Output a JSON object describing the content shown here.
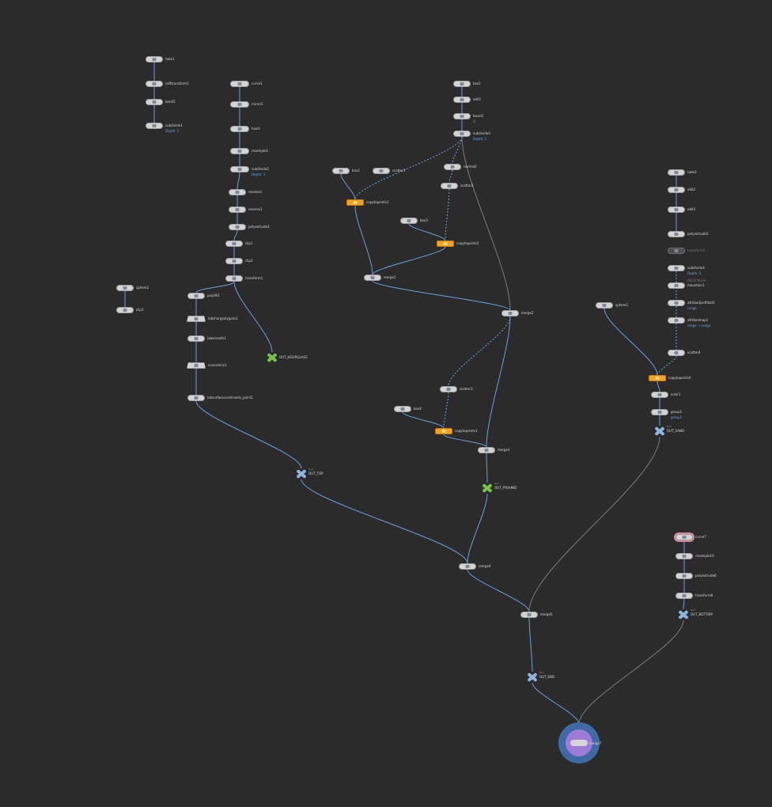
{
  "network": {
    "nodes": [
      {
        "id": "tube1",
        "label": "tube1"
      },
      {
        "id": "softtransform1",
        "label": "softtransform1"
      },
      {
        "id": "bend5",
        "label": "bend5"
      },
      {
        "id": "subdivide1",
        "label": "subdivide1",
        "sub": "Depth: 1"
      },
      {
        "id": "curve1",
        "label": "curve1"
      },
      {
        "id": "mirror1",
        "label": "mirror1"
      },
      {
        "id": "fuse1",
        "label": "fuse1"
      },
      {
        "id": "resample1",
        "label": "resample1"
      },
      {
        "id": "subdivide2",
        "label": "subdivide2",
        "sub": "Depth: 1"
      },
      {
        "id": "revolve1",
        "label": "revolve1"
      },
      {
        "id": "reverse1",
        "label": "reverse1"
      },
      {
        "id": "polyextrude3",
        "label": "polyextrude3"
      },
      {
        "id": "clip1",
        "label": "clip1"
      },
      {
        "id": "clip2",
        "label": "clip2"
      },
      {
        "id": "transform1",
        "label": "transform1"
      },
      {
        "id": "sphere2",
        "label": "sphere2"
      },
      {
        "id": "clip3",
        "label": "clip3"
      },
      {
        "id": "polyfill1",
        "label": "polyfill1"
      },
      {
        "id": "labsharppolygons1",
        "label": "labsharppolygons1"
      },
      {
        "id": "labsmooth1",
        "label": "labsmooth1"
      },
      {
        "id": "concentric1",
        "label": "concentric1"
      },
      {
        "id": "labsurfaceconstraints_point1",
        "label": "labsurfaceconstraints_point1"
      },
      {
        "id": "box1",
        "label": "box1"
      },
      {
        "id": "edit1",
        "label": "edit1"
      },
      {
        "id": "bevel1",
        "label": "bevel1",
        "sub": "3"
      },
      {
        "id": "subdivide3",
        "label": "subdivide3",
        "sub": "Depth: 1"
      },
      {
        "id": "box2",
        "label": "box2"
      },
      {
        "id": "scatter1",
        "label": "scatter1"
      },
      {
        "id": "normal2",
        "label": "normal2"
      },
      {
        "id": "scatter2",
        "label": "scatter2"
      },
      {
        "id": "copytopoints1",
        "label": "copytopoints1"
      },
      {
        "id": "box3",
        "label": "box3"
      },
      {
        "id": "copytopoints2",
        "label": "copytopoints2"
      },
      {
        "id": "merge1",
        "label": "merge1"
      },
      {
        "id": "merge2",
        "label": "merge2"
      },
      {
        "id": "scatter3",
        "label": "scatter3"
      },
      {
        "id": "box4",
        "label": "box4"
      },
      {
        "id": "copytopoints3",
        "label": "copytopoints3"
      },
      {
        "id": "merge3",
        "label": "merge3"
      },
      {
        "id": "tube2",
        "label": "tube2"
      },
      {
        "id": "edit2",
        "label": "edit2"
      },
      {
        "id": "edit3",
        "label": "edit3"
      },
      {
        "id": "polyextrude5",
        "label": "polyextrude5"
      },
      {
        "id": "transform4",
        "label": "transform4"
      },
      {
        "id": "subdivide4",
        "label": "subdivide4",
        "sub": "Depth: 3"
      },
      {
        "id": "mountain1",
        "label": "mountain1",
        "pre": "Attrib Noise"
      },
      {
        "id": "attribadjustfloat1",
        "label": "attribadjustfloat1",
        "sub": "range"
      },
      {
        "id": "attribremap1",
        "label": "attribremap1",
        "sub": "range → range"
      },
      {
        "id": "sphere1",
        "label": "sphere1"
      },
      {
        "id": "scatter4",
        "label": "scatter4"
      },
      {
        "id": "copytopoints4",
        "label": "copytopoints4"
      },
      {
        "id": "color1",
        "label": "color1"
      },
      {
        "id": "group1",
        "label": "group1",
        "sub": "group1"
      },
      {
        "id": "merge4",
        "label": "merge4"
      },
      {
        "id": "merge5",
        "label": "merge5"
      },
      {
        "id": "curve7",
        "label": "curve7"
      },
      {
        "id": "resample10",
        "label": "resample10"
      },
      {
        "id": "polyextrude6",
        "label": "polyextrude6"
      },
      {
        "id": "transform8",
        "label": "transform8"
      },
      {
        "id": "merge7",
        "label": "merge7"
      }
    ],
    "nulls": [
      {
        "id": "OUT_HOURGLASS",
        "label": "OUT_HOURGLASS",
        "tag": ""
      },
      {
        "id": "OUT_TOP",
        "label": "OUT_TOP",
        "tag": "Null"
      },
      {
        "id": "OUT_PYRAMID",
        "label": "OUT_PYRAMID",
        "tag": "Null"
      },
      {
        "id": "OUT_SAND",
        "label": "OUT_SAND",
        "tag": "Null"
      },
      {
        "id": "OUT_BOTTOM",
        "label": "OUT_BOTTOM",
        "tag": "Null"
      },
      {
        "id": "OUT_END",
        "label": "OUT_END",
        "tag": "Null"
      }
    ],
    "colors": {
      "wire": "#6f9fd8",
      "wire_grey": "#7d7d7d",
      "orange": "#f3a220",
      "null_blue": "#8fb4de",
      "null_green": "#79c24a",
      "output_ring": "#3f6aa6",
      "output_inner": "#9d7bd6"
    }
  }
}
